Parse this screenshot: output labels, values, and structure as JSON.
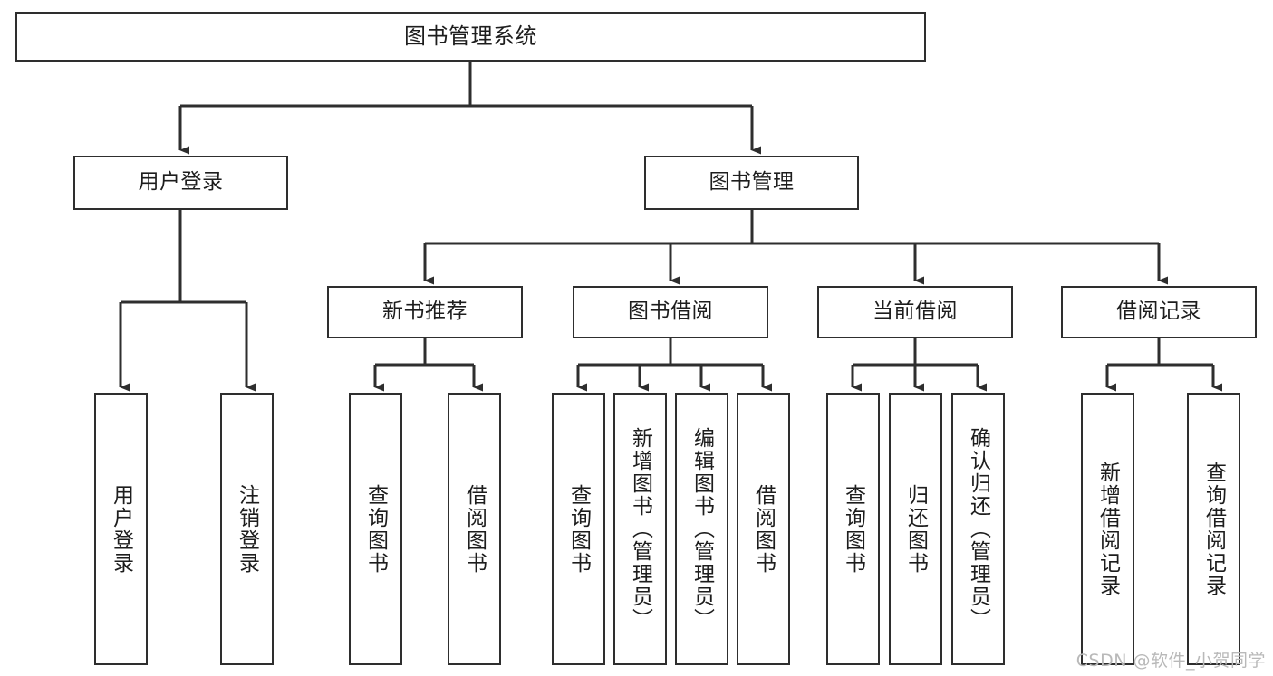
{
  "diagram": {
    "title": "图书管理系统",
    "type": "tree-hierarchy",
    "root": {
      "id": "root",
      "label": "图书管理系统"
    },
    "level2": [
      {
        "id": "user-login",
        "label": "用户登录"
      },
      {
        "id": "book-manage",
        "label": "图书管理"
      }
    ],
    "level3": [
      {
        "id": "new-book-recommend",
        "label": "新书推荐",
        "parent": "book-manage"
      },
      {
        "id": "book-borrow",
        "label": "图书借阅",
        "parent": "book-manage"
      },
      {
        "id": "current-borrow",
        "label": "当前借阅",
        "parent": "book-manage"
      },
      {
        "id": "borrow-record",
        "label": "借阅记录",
        "parent": "book-manage"
      }
    ],
    "leaves": {
      "user_login": [
        {
          "id": "leaf-user-login",
          "label": "用户登录"
        },
        {
          "id": "leaf-user-logout",
          "label": "注销登录"
        }
      ],
      "new_book_recommend": [
        {
          "id": "leaf-query-book-1",
          "label": "查询图书"
        },
        {
          "id": "leaf-borrow-book-1",
          "label": "借阅图书"
        }
      ],
      "book_borrow": [
        {
          "id": "leaf-query-book-2",
          "label": "查询图书"
        },
        {
          "id": "leaf-add-book",
          "label": "新增图书（管理员）"
        },
        {
          "id": "leaf-edit-book",
          "label": "编辑图书（管理员）"
        },
        {
          "id": "leaf-borrow-book-2",
          "label": "借阅图书"
        }
      ],
      "current_borrow": [
        {
          "id": "leaf-query-book-3",
          "label": "查询图书"
        },
        {
          "id": "leaf-return-book",
          "label": "归还图书"
        },
        {
          "id": "leaf-confirm-return",
          "label": "确认归还（管理员）"
        }
      ],
      "borrow_record": [
        {
          "id": "leaf-add-record",
          "label": "新增借阅记录"
        },
        {
          "id": "leaf-query-record",
          "label": "查询借阅记录"
        }
      ]
    }
  },
  "watermark": {
    "text": "CSDN @软件_小贺同学"
  },
  "colors": {
    "border": "#2e2e2e",
    "background": "#ffffff",
    "text": "#1d1d1d",
    "watermark": "#b9b9b9"
  }
}
